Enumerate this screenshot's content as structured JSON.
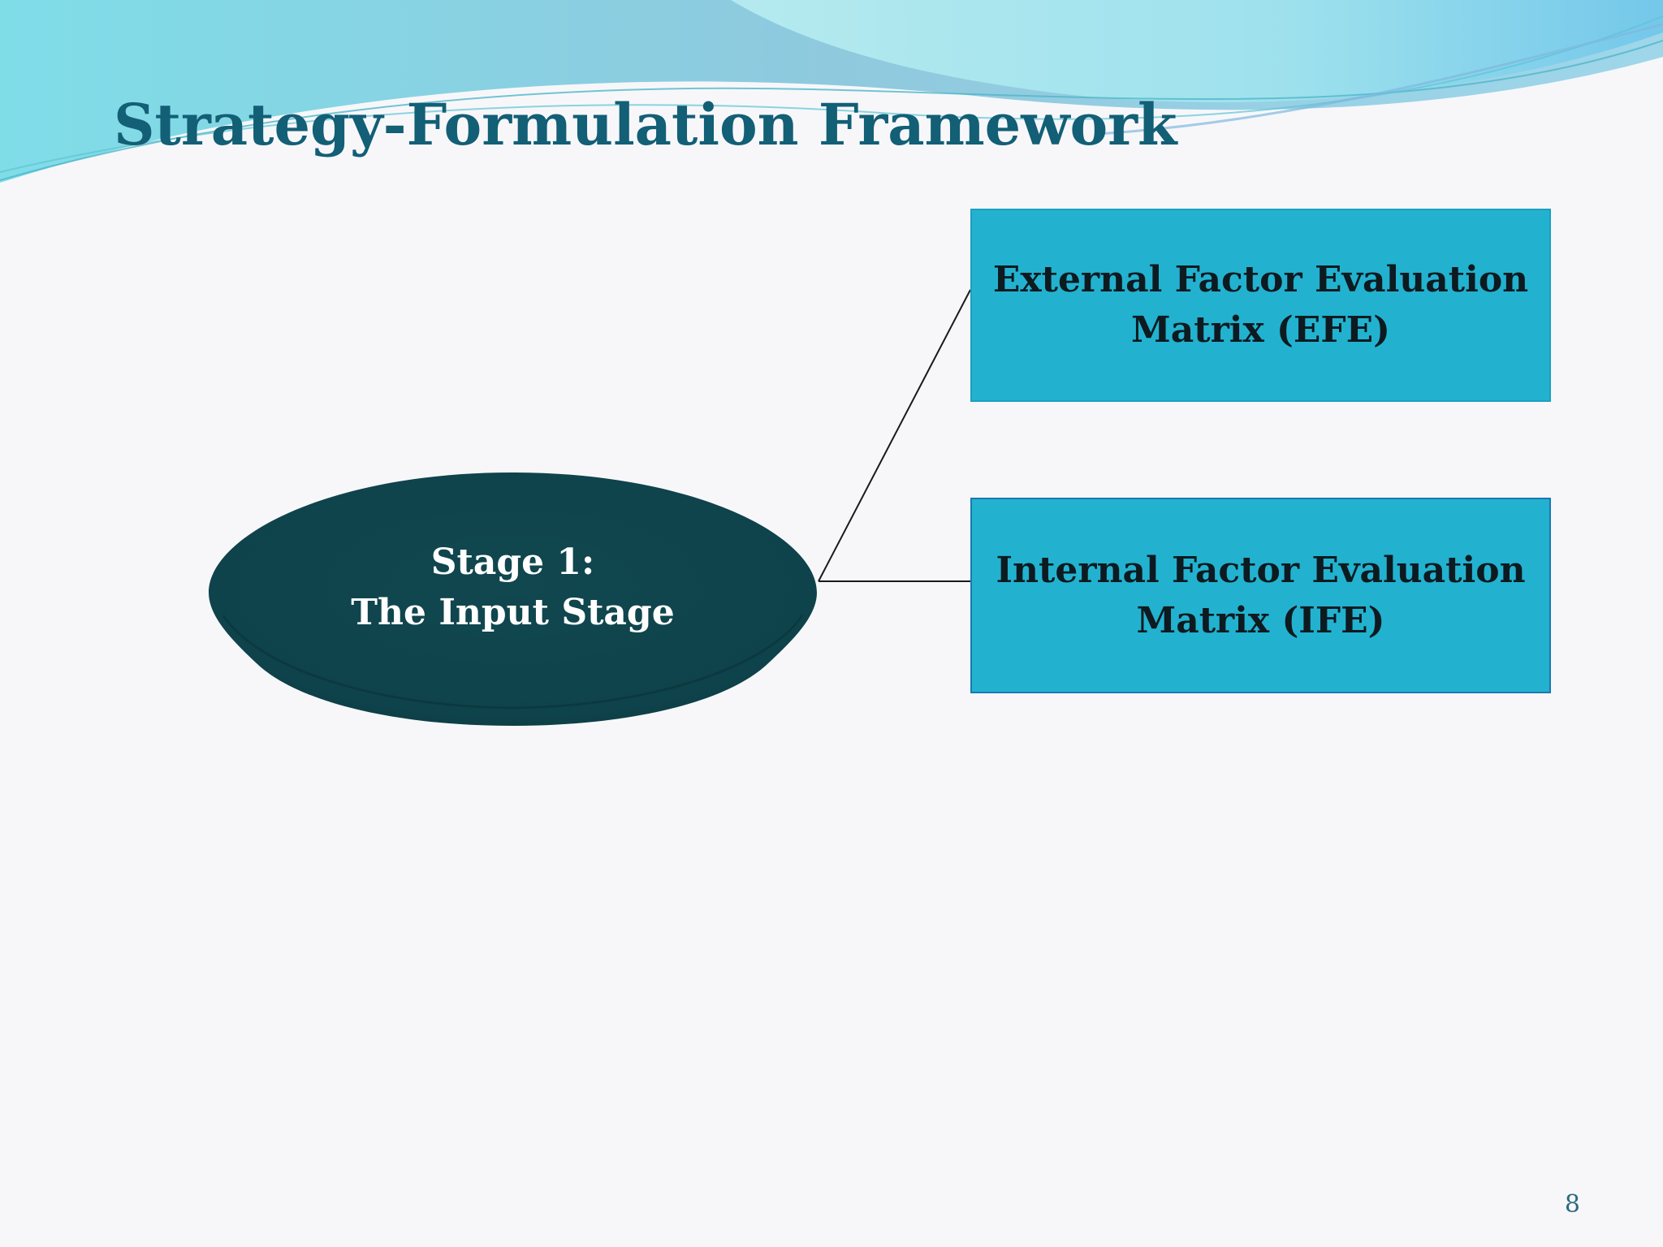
{
  "slide": {
    "title": "Strategy-Formulation Framework",
    "page_number": "8"
  },
  "stage": {
    "line1": "Stage 1:",
    "line2": "The Input Stage"
  },
  "matrices": [
    {
      "label": "External Factor Evaluation Matrix (EFE)"
    },
    {
      "label": "Internal Factor Evaluation Matrix (IFE)"
    }
  ],
  "colors": {
    "title": "#125f76",
    "ellipse": "#11464f",
    "box_fill": "#22b2cf",
    "box_text": "#0d1a20",
    "connector": "#1a1a1a"
  }
}
